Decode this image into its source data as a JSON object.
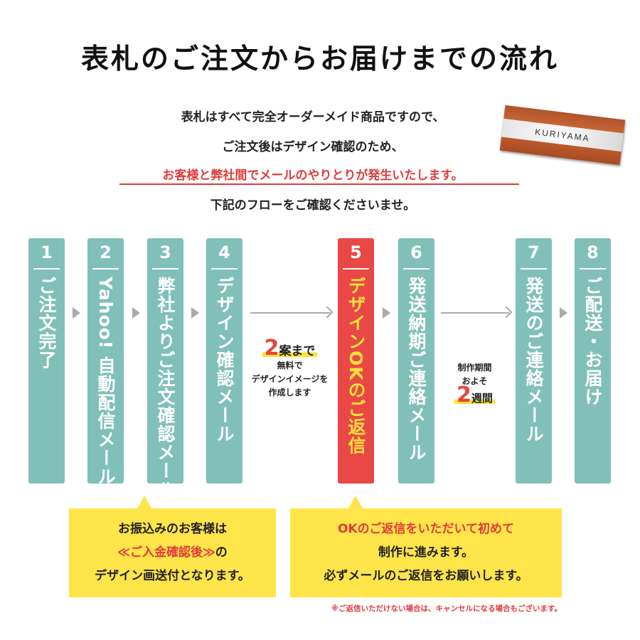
{
  "title": "表札のご注文からお届けまでの流れ",
  "intro": {
    "line1": "表札はすべて完全オーダーメイド商品ですので、",
    "line2": "ご注文後はデザイン確認のため、",
    "line3": "お客様と弊社間でメールのやりとりが発生いたします。",
    "line4": "下記のフローをご確認くださいませ。"
  },
  "sample_plate": {
    "name": "KURIYAMA"
  },
  "steps": [
    {
      "num": "1",
      "label": "ご注文完了"
    },
    {
      "num": "2",
      "label": "Yahoo! 自動配信メール"
    },
    {
      "num": "3",
      "label": "弊社よりご注文確認メール"
    },
    {
      "num": "4",
      "label": "デザイン確認メール"
    },
    {
      "num": "5",
      "label": "デザインOKのご返信"
    },
    {
      "num": "6",
      "label": "発送納期ご連絡メール"
    },
    {
      "num": "7",
      "label": "発送のご連絡メール"
    },
    {
      "num": "8",
      "label": "ご配送・お届け"
    }
  ],
  "note_design": {
    "count": "2",
    "count_suffix": "案まで",
    "line1": "無料で",
    "line2": "デザインイメージを",
    "line3": "作成します"
  },
  "note_period": {
    "line1": "制作期間",
    "line2": "およそ",
    "count": "2",
    "count_suffix": "週間"
  },
  "box_left": {
    "line1": "お振込みのお客様は",
    "line2": "≪ご入金確認後≫",
    "line2_suffix": "の",
    "line3": "デザイン画送付となります。"
  },
  "box_right": {
    "line1": "OKのご返信をいただいて初めて",
    "line2": "制作に進みます。",
    "line3": "必ずメールのご返信をお願いします。"
  },
  "footnote": "※ご返信いただけない場合は、キャンセルになる場合もございます。",
  "colors": {
    "teal": "#80c0b9",
    "red": "#ea4747",
    "yellow": "#ffe44a"
  }
}
